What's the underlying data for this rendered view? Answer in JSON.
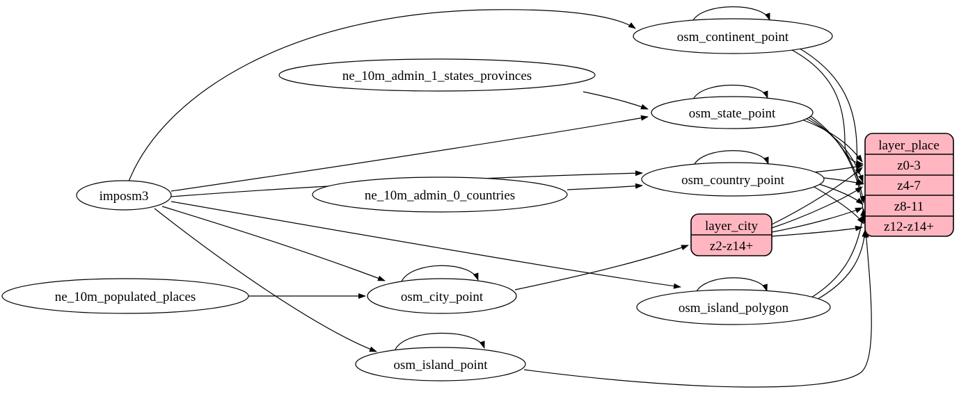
{
  "diagram": {
    "type": "graphviz-digraph-etl",
    "colors": {
      "background": "#ffffff",
      "record_fill": "#ffb6c1",
      "node_fill": "#ffffff",
      "stroke": "#000000",
      "text": "#000000"
    },
    "nodes": {
      "imposm3": {
        "label": "imposm3",
        "shape": "ellipse"
      },
      "ne_10m_admin_1_states_provinces": {
        "label": "ne_10m_admin_1_states_provinces",
        "shape": "ellipse"
      },
      "ne_10m_admin_0_countries": {
        "label": "ne_10m_admin_0_countries",
        "shape": "ellipse"
      },
      "ne_10m_populated_places": {
        "label": "ne_10m_populated_places",
        "shape": "ellipse"
      },
      "osm_continent_point": {
        "label": "osm_continent_point",
        "shape": "ellipse"
      },
      "osm_state_point": {
        "label": "osm_state_point",
        "shape": "ellipse"
      },
      "osm_country_point": {
        "label": "osm_country_point",
        "shape": "ellipse"
      },
      "osm_city_point": {
        "label": "osm_city_point",
        "shape": "ellipse"
      },
      "osm_island_polygon": {
        "label": "osm_island_polygon",
        "shape": "ellipse"
      },
      "osm_island_point": {
        "label": "osm_island_point",
        "shape": "ellipse"
      },
      "layer_city": {
        "title": "layer_city",
        "rows": [
          "z2-z14+"
        ],
        "shape": "record",
        "fill": "#ffb6c1"
      },
      "layer_place": {
        "title": "layer_place",
        "rows": [
          "z0-3",
          "z4-7",
          "z8-11",
          "z12-z14+"
        ],
        "shape": "record",
        "fill": "#ffb6c1"
      }
    },
    "edges": [
      {
        "from": "imposm3",
        "to": "osm_continent_point"
      },
      {
        "from": "imposm3",
        "to": "osm_state_point"
      },
      {
        "from": "imposm3",
        "to": "osm_country_point"
      },
      {
        "from": "imposm3",
        "to": "osm_city_point"
      },
      {
        "from": "imposm3",
        "to": "osm_island_polygon"
      },
      {
        "from": "imposm3",
        "to": "osm_island_point"
      },
      {
        "from": "ne_10m_admin_1_states_provinces",
        "to": "osm_state_point"
      },
      {
        "from": "ne_10m_admin_0_countries",
        "to": "osm_country_point"
      },
      {
        "from": "ne_10m_populated_places",
        "to": "osm_city_point"
      },
      {
        "from": "osm_continent_point",
        "to": "osm_continent_point"
      },
      {
        "from": "osm_state_point",
        "to": "osm_state_point"
      },
      {
        "from": "osm_country_point",
        "to": "osm_country_point"
      },
      {
        "from": "osm_city_point",
        "to": "osm_city_point"
      },
      {
        "from": "osm_island_polygon",
        "to": "osm_island_polygon"
      },
      {
        "from": "osm_island_point",
        "to": "osm_island_point"
      },
      {
        "from": "osm_city_point",
        "to": "layer_city:z2-z14+"
      },
      {
        "from": "osm_continent_point",
        "to": "layer_place:z0-3"
      },
      {
        "from": "osm_continent_point",
        "to": "layer_place:z4-7"
      },
      {
        "from": "osm_state_point",
        "to": "layer_place:z0-3"
      },
      {
        "from": "osm_state_point",
        "to": "layer_place:z4-7"
      },
      {
        "from": "osm_state_point",
        "to": "layer_place:z8-11"
      },
      {
        "from": "osm_state_point",
        "to": "layer_place:z12-z14+"
      },
      {
        "from": "osm_country_point",
        "to": "layer_place:z0-3"
      },
      {
        "from": "osm_country_point",
        "to": "layer_place:z4-7"
      },
      {
        "from": "osm_country_point",
        "to": "layer_place:z8-11"
      },
      {
        "from": "osm_country_point",
        "to": "layer_place:z12-z14+"
      },
      {
        "from": "layer_city",
        "to": "layer_place:z0-3"
      },
      {
        "from": "layer_city",
        "to": "layer_place:z4-7"
      },
      {
        "from": "layer_city",
        "to": "layer_place:z8-11"
      },
      {
        "from": "layer_city",
        "to": "layer_place:z12-z14+"
      },
      {
        "from": "osm_island_polygon",
        "to": "layer_place:z8-11"
      },
      {
        "from": "osm_island_polygon",
        "to": "layer_place:z12-z14+"
      },
      {
        "from": "osm_island_point",
        "to": "layer_place:z12-z14+"
      }
    ]
  }
}
